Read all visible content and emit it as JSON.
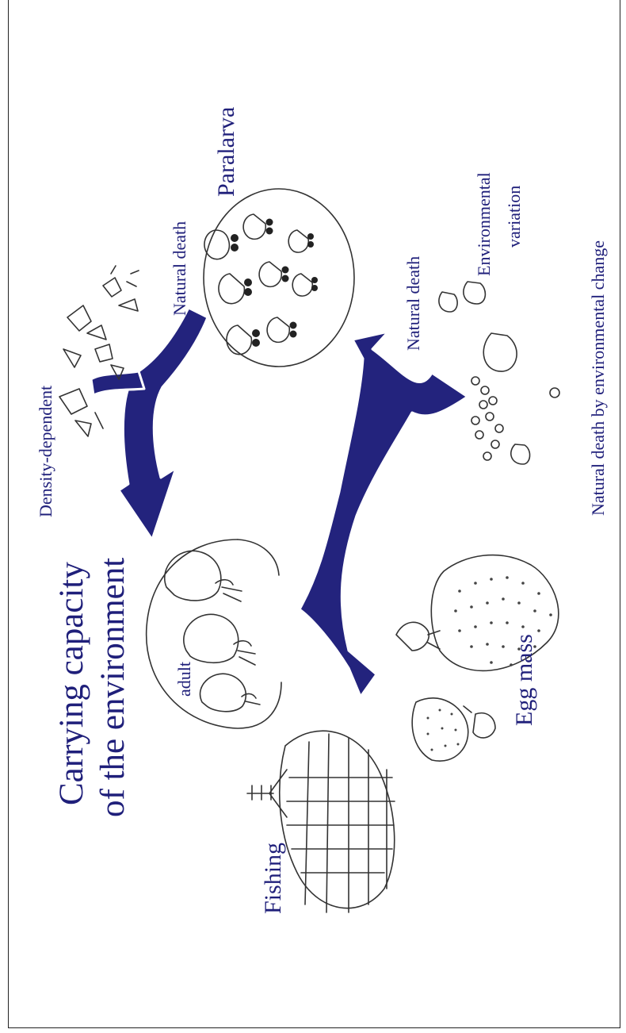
{
  "diagram": {
    "title_line1": "Carrying capacity",
    "title_line2": "of the environment",
    "labels": {
      "paralarva": "Paralarva",
      "natural_death_top": "Natural death",
      "density_dependent": "Density-dependent",
      "natural_death_mid": "Natural death",
      "environmental": "Environmental",
      "variation": "variation",
      "natural_death_env": "Natural death by environmental change",
      "adult": "adult",
      "egg_mass": "Egg mass",
      "fishing": "Fishing"
    },
    "colors": {
      "label_text": "#1f1f7a",
      "arrow_fill": "#23237d",
      "sketch": "#333333"
    }
  }
}
